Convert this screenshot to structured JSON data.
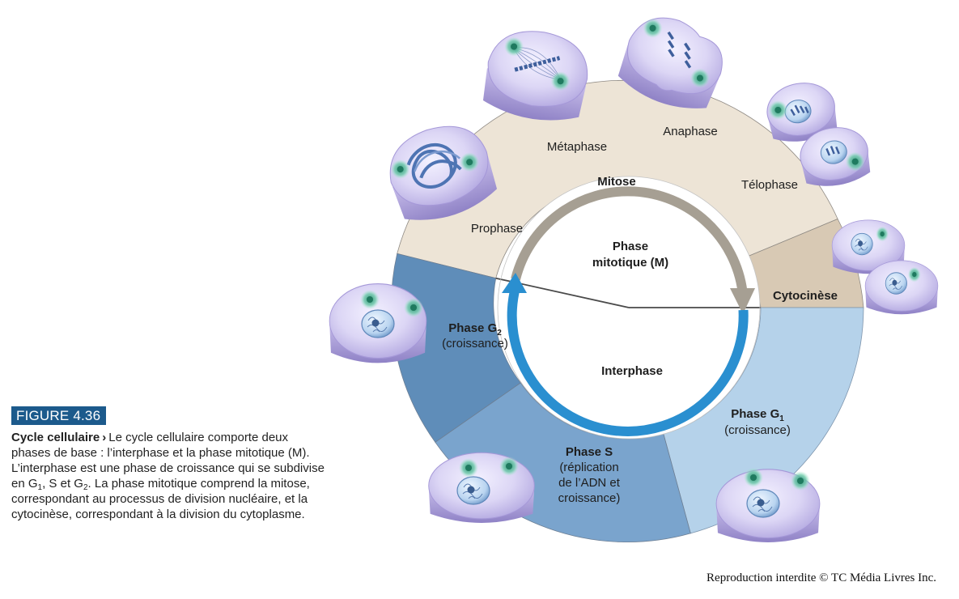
{
  "diagram": {
    "mitosis_label": "Mitose",
    "mitotic_phase": {
      "line1": "Phase",
      "line2": "mitotique (M)"
    },
    "interphase_label": "Interphase",
    "prophase": "Prophase",
    "metaphase": "Métaphase",
    "anaphase": "Anaphase",
    "telophase": "Télophase",
    "cytokinesis": "Cytocinèse",
    "g2": {
      "prefix": "Phase G",
      "sub": "2",
      "desc": "(croissance)"
    },
    "g1": {
      "prefix": "Phase G",
      "sub": "1",
      "desc": "(croissance)"
    },
    "s_phase": {
      "title": "Phase S",
      "line1": "(réplication",
      "line2": "de l’ADN et",
      "line3": "croissance)"
    }
  },
  "caption": {
    "badge": "FIGURE 4.36",
    "title": "Cycle cellulaire",
    "arrow": "›",
    "t1": "Le cycle cellulaire comporte deux phases de base : l’interphase et la phase mitotique (M). L’interphase est une phase de croissance qui se subdivise en G",
    "s1": "1",
    "t2": ", S et G",
    "s2": "2",
    "t3": ". La phase mitotique comprend la mitose, correspondant au processus de division nucléaire, et la cytocinèse, correspondant à la division du cytoplasme."
  },
  "copyright": "Reproduction interdite © TC Média Livres Inc.",
  "colors": {
    "mitosis_ring": "#ede4d6",
    "cytokinesis_ring": "#d8c9b4",
    "g2_ring": "#5e8cb9",
    "s_ring": "#78a3cd",
    "g1_ring": "#b3d1ea",
    "interphase_arrow": "#2a8fd0",
    "mitotic_arrow": "#a69f93",
    "badge": "#1c5a8c"
  },
  "icons": [
    "cell-prophase-icon",
    "cell-metaphase-icon",
    "cell-anaphase-icon",
    "cell-telophase-icon",
    "cell-cytokinesis-icon",
    "cell-interphase-icon"
  ]
}
